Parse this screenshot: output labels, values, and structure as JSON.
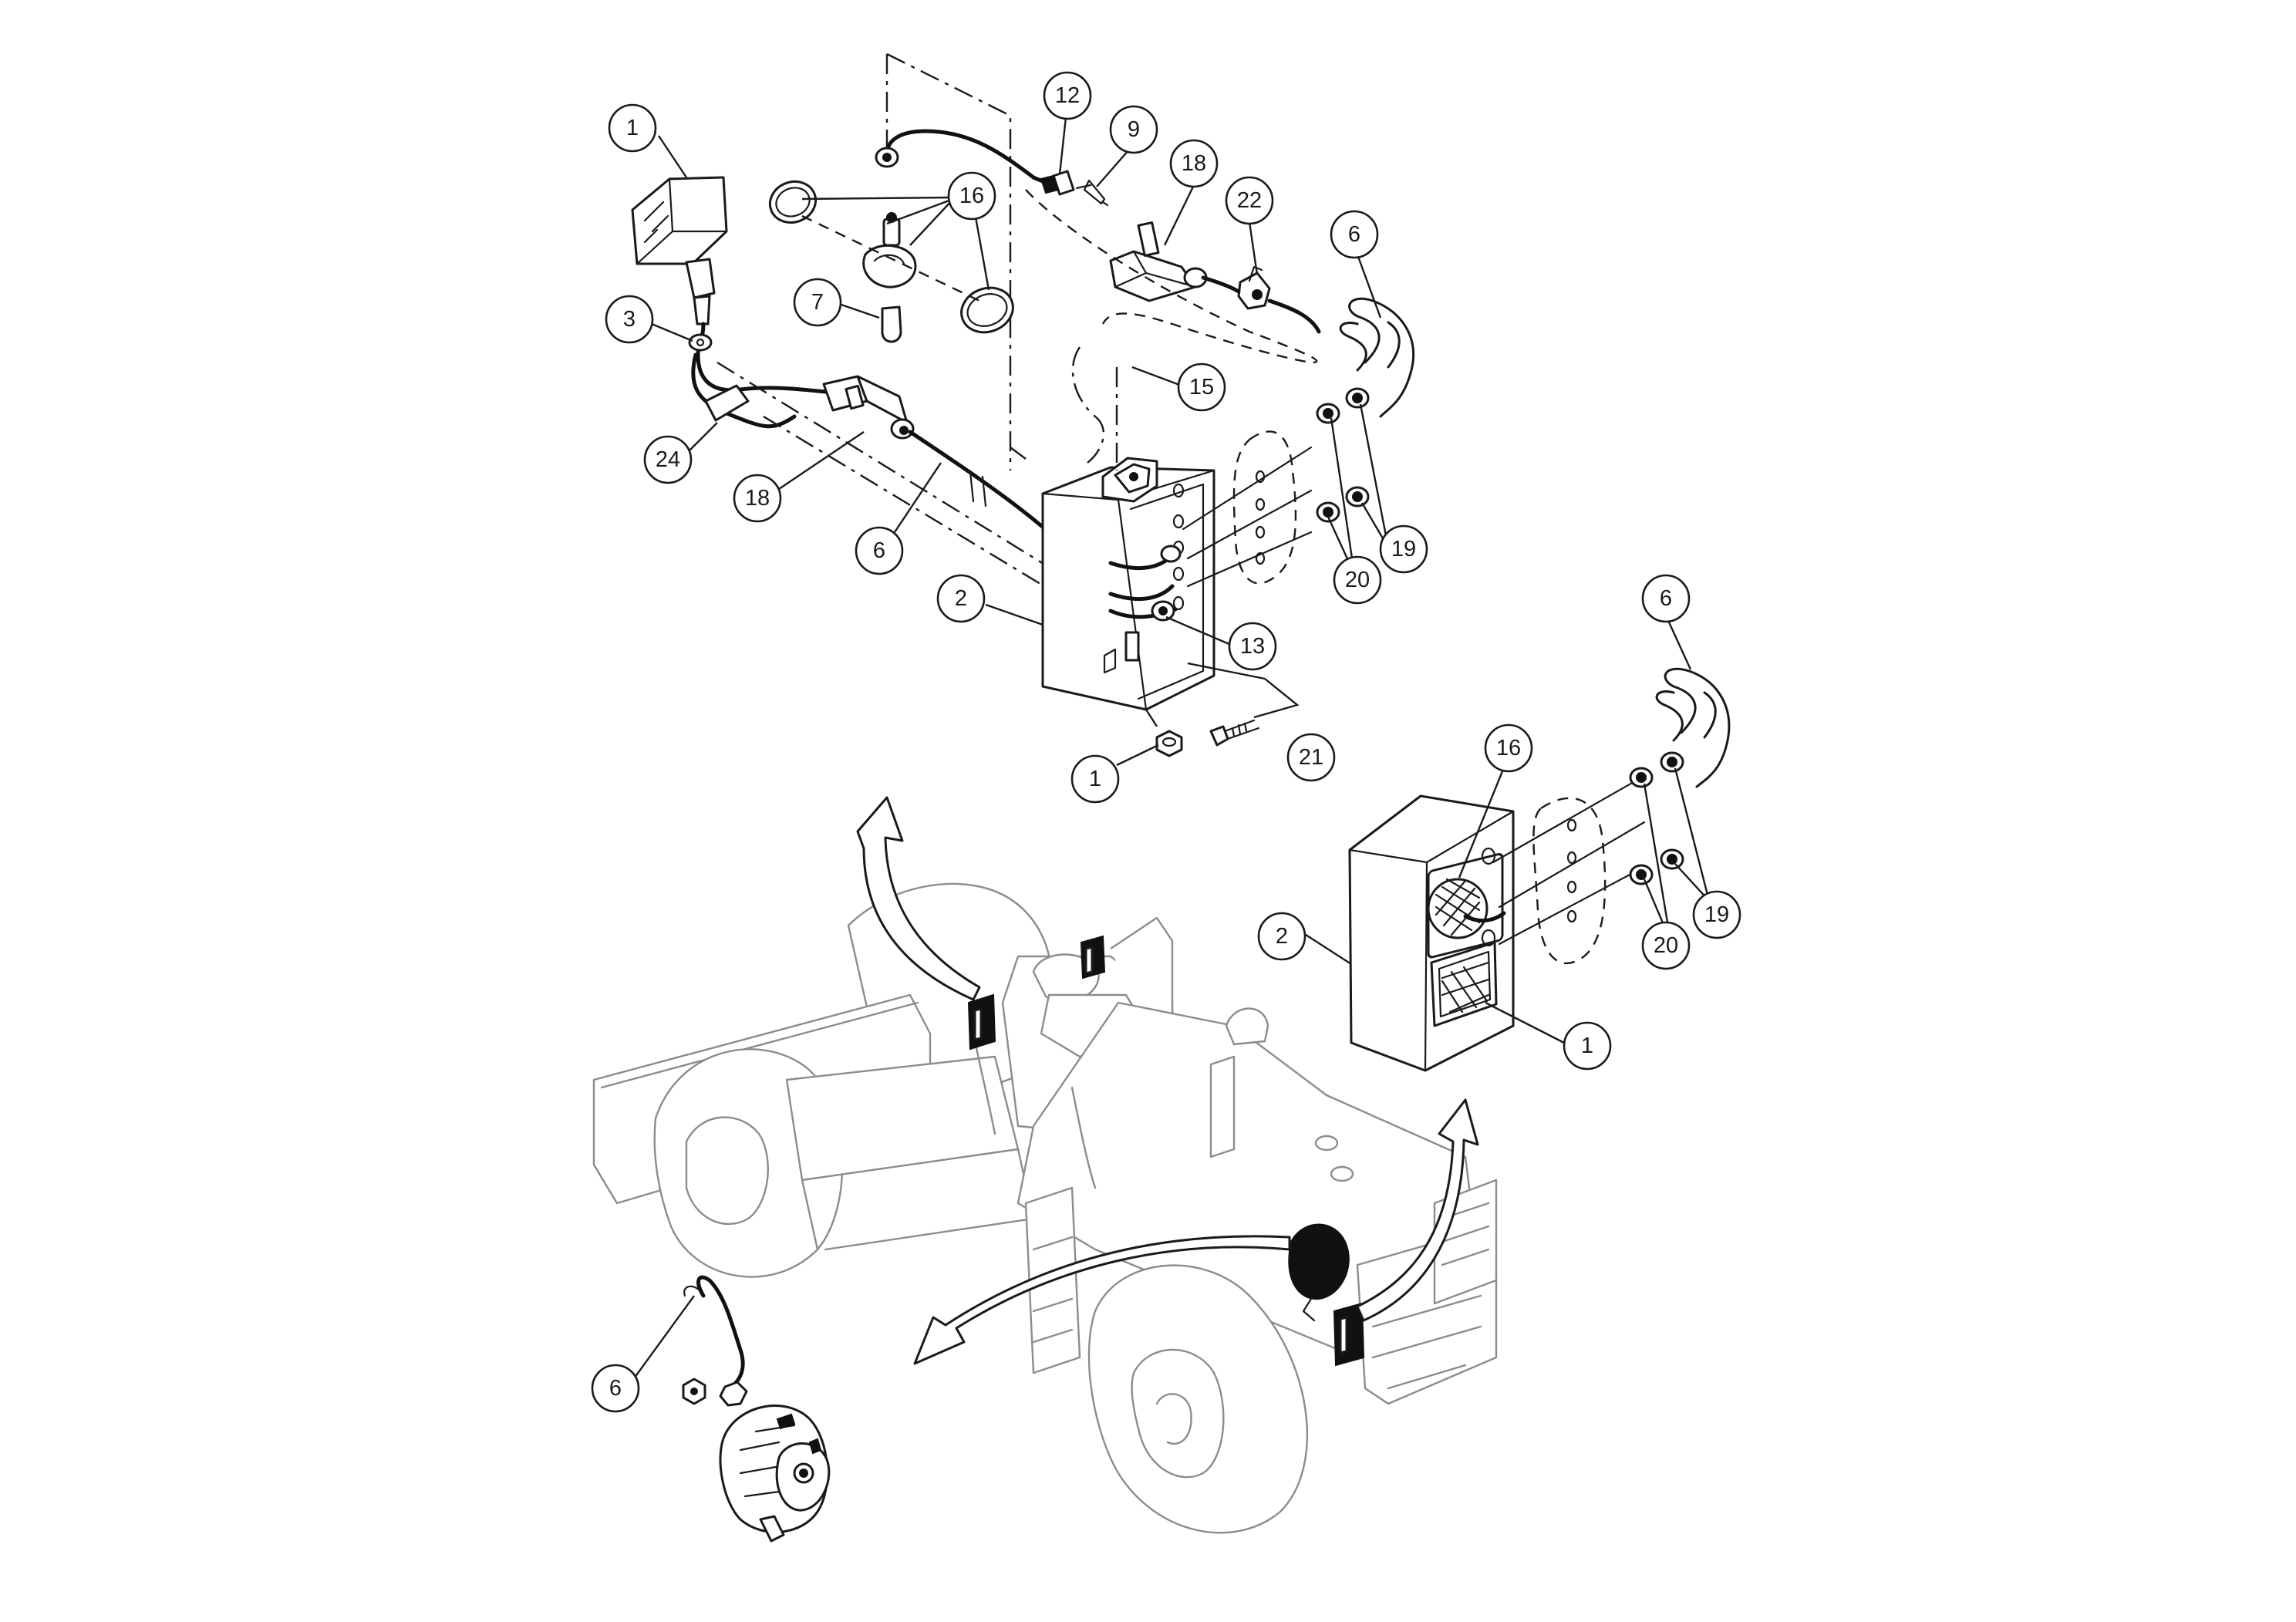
{
  "callouts": [
    {
      "id": "c-1-headlamp",
      "label": "1"
    },
    {
      "id": "c-3",
      "label": "3"
    },
    {
      "id": "c-24",
      "label": "24"
    },
    {
      "id": "c-18-left",
      "label": "18"
    },
    {
      "id": "c-6-harness",
      "label": "6"
    },
    {
      "id": "c-2-top",
      "label": "2"
    },
    {
      "id": "c-7",
      "label": "7"
    },
    {
      "id": "c-16-top",
      "label": "16"
    },
    {
      "id": "c-12",
      "label": "12"
    },
    {
      "id": "c-9",
      "label": "9"
    },
    {
      "id": "c-18-top",
      "label": "18"
    },
    {
      "id": "c-22",
      "label": "22"
    },
    {
      "id": "c-6-top-right",
      "label": "6"
    },
    {
      "id": "c-15",
      "label": "15"
    },
    {
      "id": "c-20-top",
      "label": "20"
    },
    {
      "id": "c-19-top",
      "label": "19"
    },
    {
      "id": "c-13",
      "label": "13"
    },
    {
      "id": "c-1-bottom-nut",
      "label": "1"
    },
    {
      "id": "c-21",
      "label": "21"
    },
    {
      "id": "c-6-right",
      "label": "6"
    },
    {
      "id": "c-16-right",
      "label": "16"
    },
    {
      "id": "c-2-right",
      "label": "2"
    },
    {
      "id": "c-1-right",
      "label": "1"
    },
    {
      "id": "c-20-right",
      "label": "20"
    },
    {
      "id": "c-19-right",
      "label": "19"
    },
    {
      "id": "c-6-alternator",
      "label": "6"
    }
  ]
}
